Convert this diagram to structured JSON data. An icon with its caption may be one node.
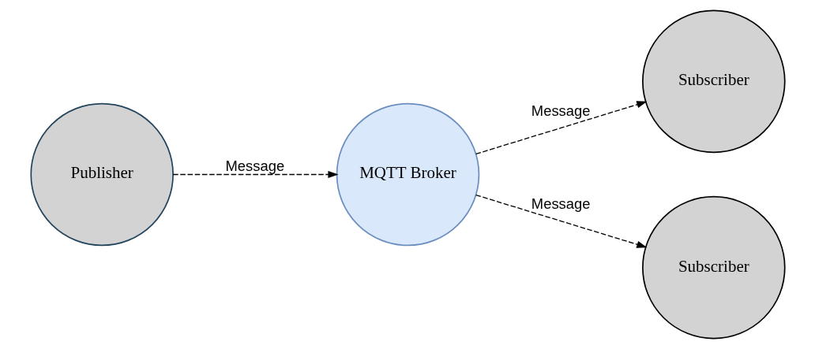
{
  "diagram": {
    "nodes": [
      {
        "text": [
          "Publisher"
        ]
      },
      {
        "text": [
          "MQTT Broker"
        ]
      },
      {
        "text": [
          "Subscriber"
        ]
      },
      {
        "text": [
          "Subscriber"
        ]
      }
    ],
    "edges": [
      {
        "from": 0,
        "to": 1,
        "arrow": "to",
        "label": "Message",
        "style": "dashed"
      },
      {
        "from": 1,
        "to": 2,
        "arrow": "to",
        "label": "Message",
        "style": "dashed"
      },
      {
        "from": 1,
        "to": 3,
        "arrow": "to",
        "label": "Message",
        "style": "dashed"
      }
    ]
  }
}
